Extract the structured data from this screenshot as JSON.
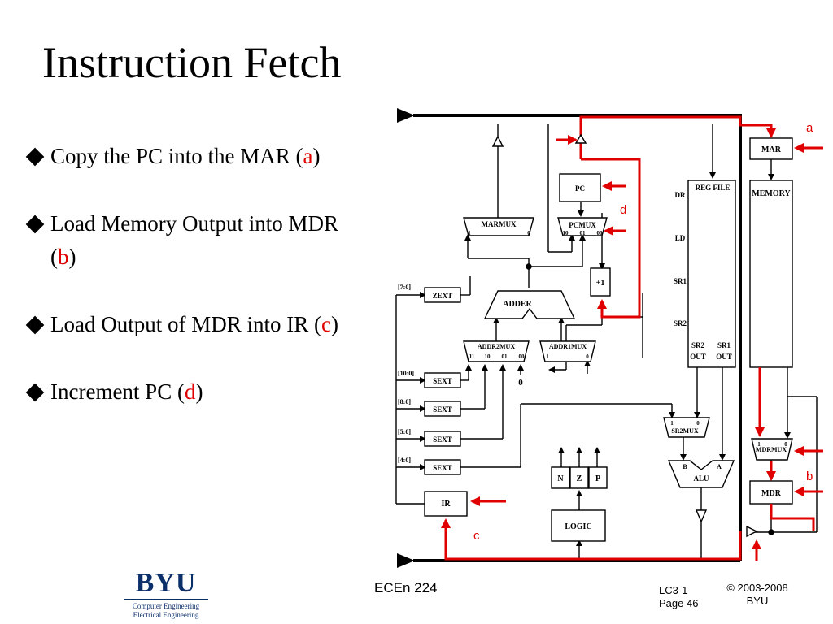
{
  "slide": {
    "title": "Instruction Fetch",
    "bullets": [
      {
        "text": "Copy the PC into the MAR (",
        "tag": "a",
        "close": ")"
      },
      {
        "text": "Load Memory Output into MDR (",
        "tag": "b",
        "close": ")"
      },
      {
        "text": "Load Output of MDR into IR (",
        "tag": "c",
        "close": ")"
      },
      {
        "text": "Increment PC (",
        "tag": "d",
        "close": ")"
      }
    ]
  },
  "diagram": {
    "blocks": {
      "mar": "MAR",
      "memory": "MEMORY",
      "mdr": "MDR",
      "mdrmux": "MDRMUX",
      "pc": "PC",
      "pcmux": "PCMUX",
      "marmux": "MARMUX",
      "plus1": "+1",
      "adder": "ADDER",
      "addr2mux": "ADDR2MUX",
      "addr1mux": "ADDR1MUX",
      "zext": "ZEXT",
      "sext": "SEXT",
      "ir": "IR",
      "logic": "LOGIC",
      "alu": "ALU",
      "sr2mux": "SR2MUX",
      "regfile": "REG FILE",
      "n": "N",
      "z": "Z",
      "p": "P"
    },
    "regfile_ports": [
      "DR",
      "LD",
      "SR1",
      "SR2"
    ],
    "regfile_out": {
      "sr2": "SR2",
      "sr1": "SR1",
      "out": "OUT"
    },
    "bitfields": [
      "[7:0]",
      "[10:0]",
      "[8:0]",
      "[5:0]",
      "[4:0]"
    ],
    "mux_inputs": {
      "pcmux": [
        "10",
        "01",
        "00"
      ],
      "marmux": [
        "1",
        "0"
      ],
      "addr2mux": [
        "11",
        "10",
        "01",
        "00"
      ],
      "addr1mux": [
        "1",
        "0"
      ],
      "sr2mux": [
        "1",
        "0"
      ],
      "mdrmux": [
        "1",
        "0"
      ]
    },
    "alu_inputs": {
      "b": "B",
      "a": "A"
    },
    "const_zero": "0",
    "labels": {
      "a": "a",
      "b": "b",
      "c": "c",
      "d": "d"
    },
    "colors": {
      "highlight": "#e00000",
      "bus": "#000000"
    }
  },
  "footer": {
    "course": "ECEn 224",
    "lecture": "LC3-1",
    "page": "Page 46",
    "copyright": "© 2003-2008",
    "org": "BYU"
  },
  "logo": {
    "name": "BYU",
    "line1": "Computer Engineering",
    "line2": "Electrical Engineering"
  }
}
